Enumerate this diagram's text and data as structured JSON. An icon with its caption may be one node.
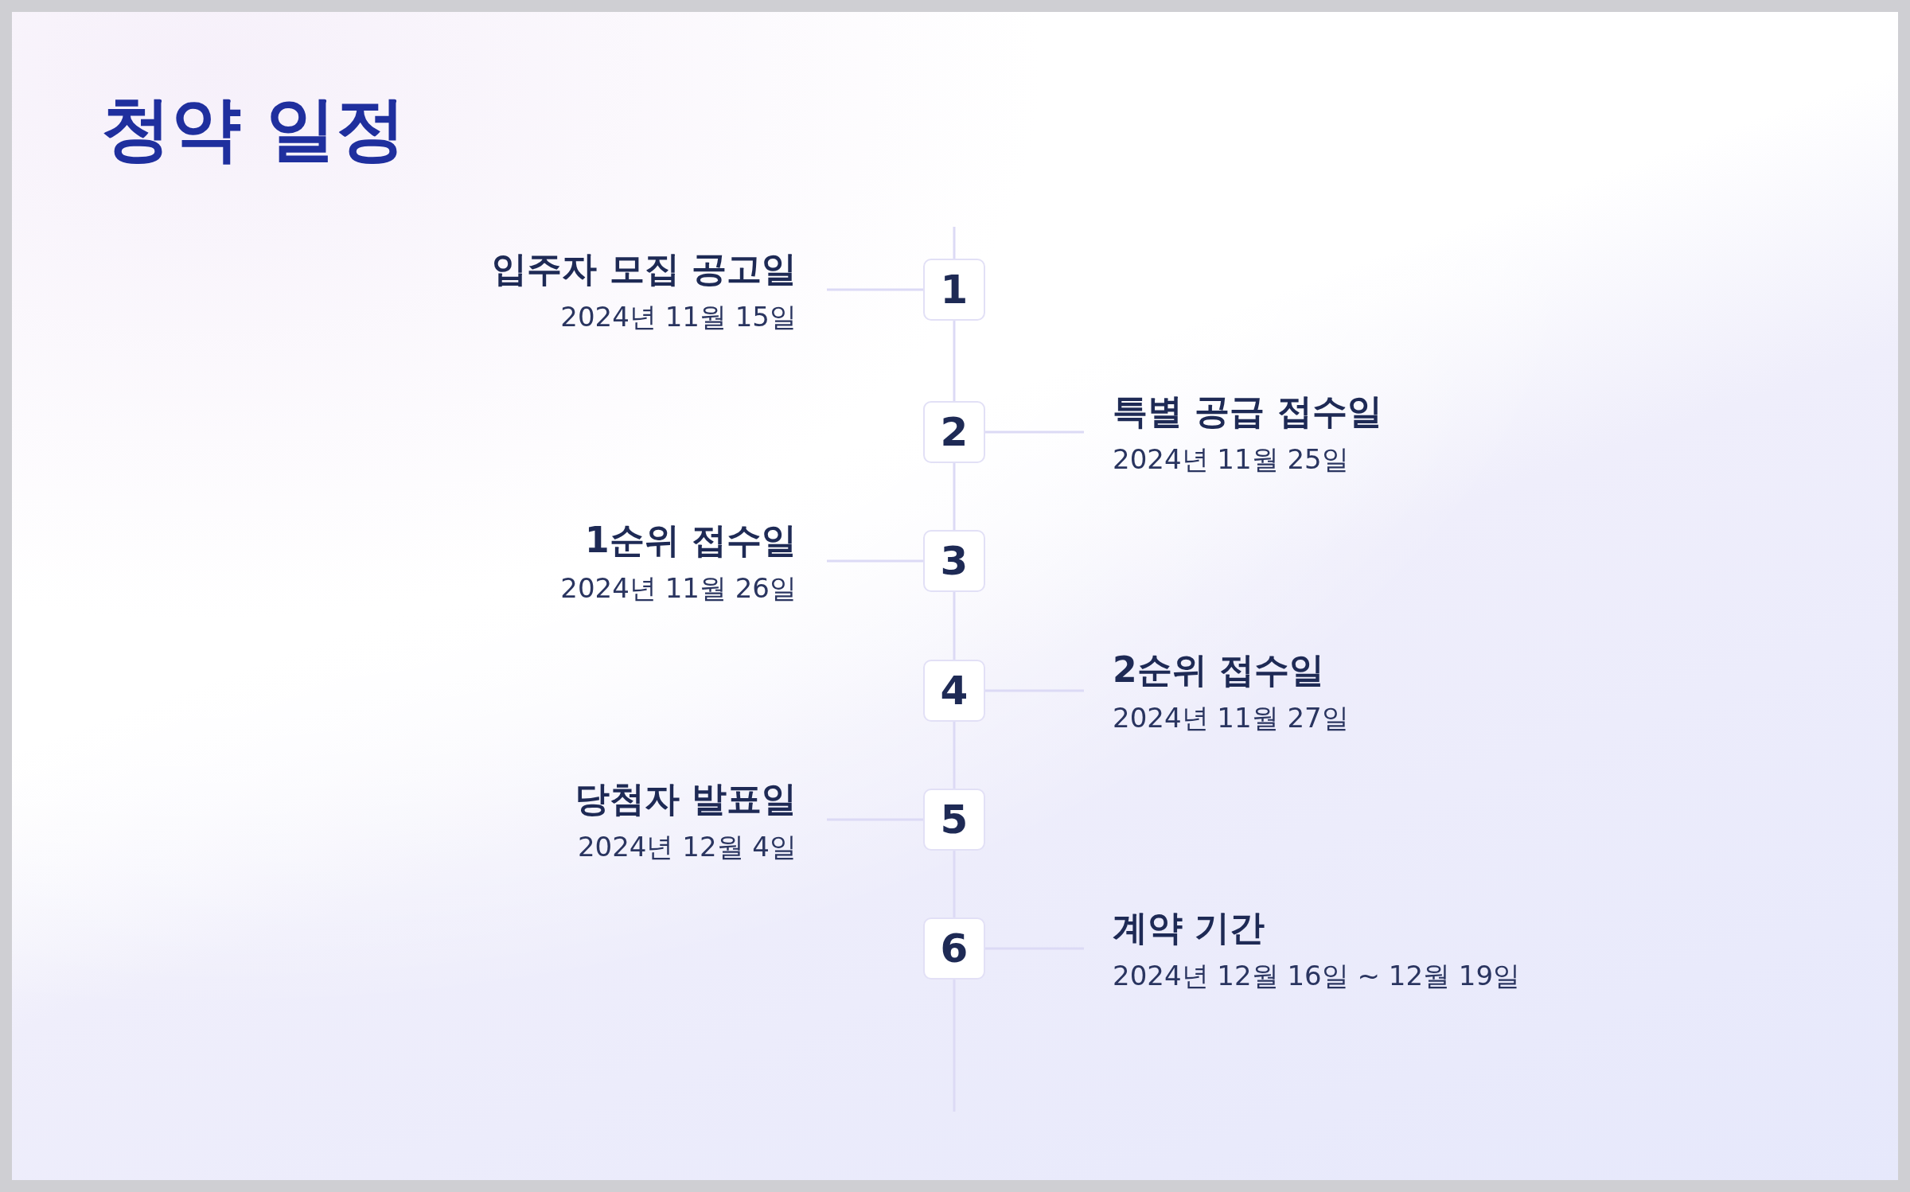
{
  "diagram": {
    "title": "청약 일정",
    "nodes": [
      {
        "text": [
          "입주자 모집 공고일",
          "2024년 11월 15일"
        ]
      },
      {
        "text": [
          "1"
        ]
      },
      {
        "text": [
          "2"
        ]
      },
      {
        "text": [
          "특별 공급 접수일",
          "2024년 11월 25일"
        ]
      },
      {
        "text": [
          "1순위 접수일",
          "2024년 11월 26일"
        ]
      },
      {
        "text": [
          "3"
        ]
      },
      {
        "text": [
          "4"
        ]
      },
      {
        "text": [
          "2순위 접수일",
          "2024년 11월 27일"
        ]
      },
      {
        "text": [
          "당첨자 발표일",
          "2024년 12월 4일"
        ]
      },
      {
        "text": [
          "5"
        ]
      },
      {
        "text": [
          "6"
        ]
      },
      {
        "text": [
          "계약 기간",
          "2024년 12월 16일 ~ 12월 19일"
        ]
      }
    ],
    "edges": [
      {
        "from": 0,
        "to": 1,
        "arrow": "none"
      },
      {
        "from": 3,
        "to": 2,
        "arrow": "none"
      },
      {
        "from": 4,
        "to": 5,
        "arrow": "none"
      },
      {
        "from": 7,
        "to": 6,
        "arrow": "none"
      },
      {
        "from": 8,
        "to": 9,
        "arrow": "none"
      },
      {
        "from": 11,
        "to": 10,
        "arrow": "none"
      },
      {
        "from": 1,
        "to": 2,
        "arrow": "none"
      },
      {
        "from": 2,
        "to": 5,
        "arrow": "none"
      },
      {
        "from": 5,
        "to": 6,
        "arrow": "none"
      },
      {
        "from": 6,
        "to": 9,
        "arrow": "none"
      },
      {
        "from": 9,
        "to": 10,
        "arrow": "none"
      }
    ]
  }
}
